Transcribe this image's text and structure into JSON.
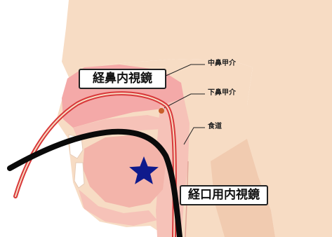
{
  "labels": {
    "transnasal": "経鼻内視鏡",
    "transoral": "経口用内視鏡",
    "middle_turbinate": "中鼻甲介",
    "inferior_turbinate": "下鼻甲介",
    "esophagus": "食道"
  },
  "colors": {
    "skin": "#f7dcc4",
    "skin_shade": "#f1cbb0",
    "nasal_cavity": "#f4a9a8",
    "soft_tissue": "#f6c2b8",
    "tongue": "#f3b4aa",
    "nasal_scope": "#d8383a",
    "oral_scope": "#0a0a0a",
    "star": "#0f1a8c",
    "spot": "#c8602a"
  }
}
